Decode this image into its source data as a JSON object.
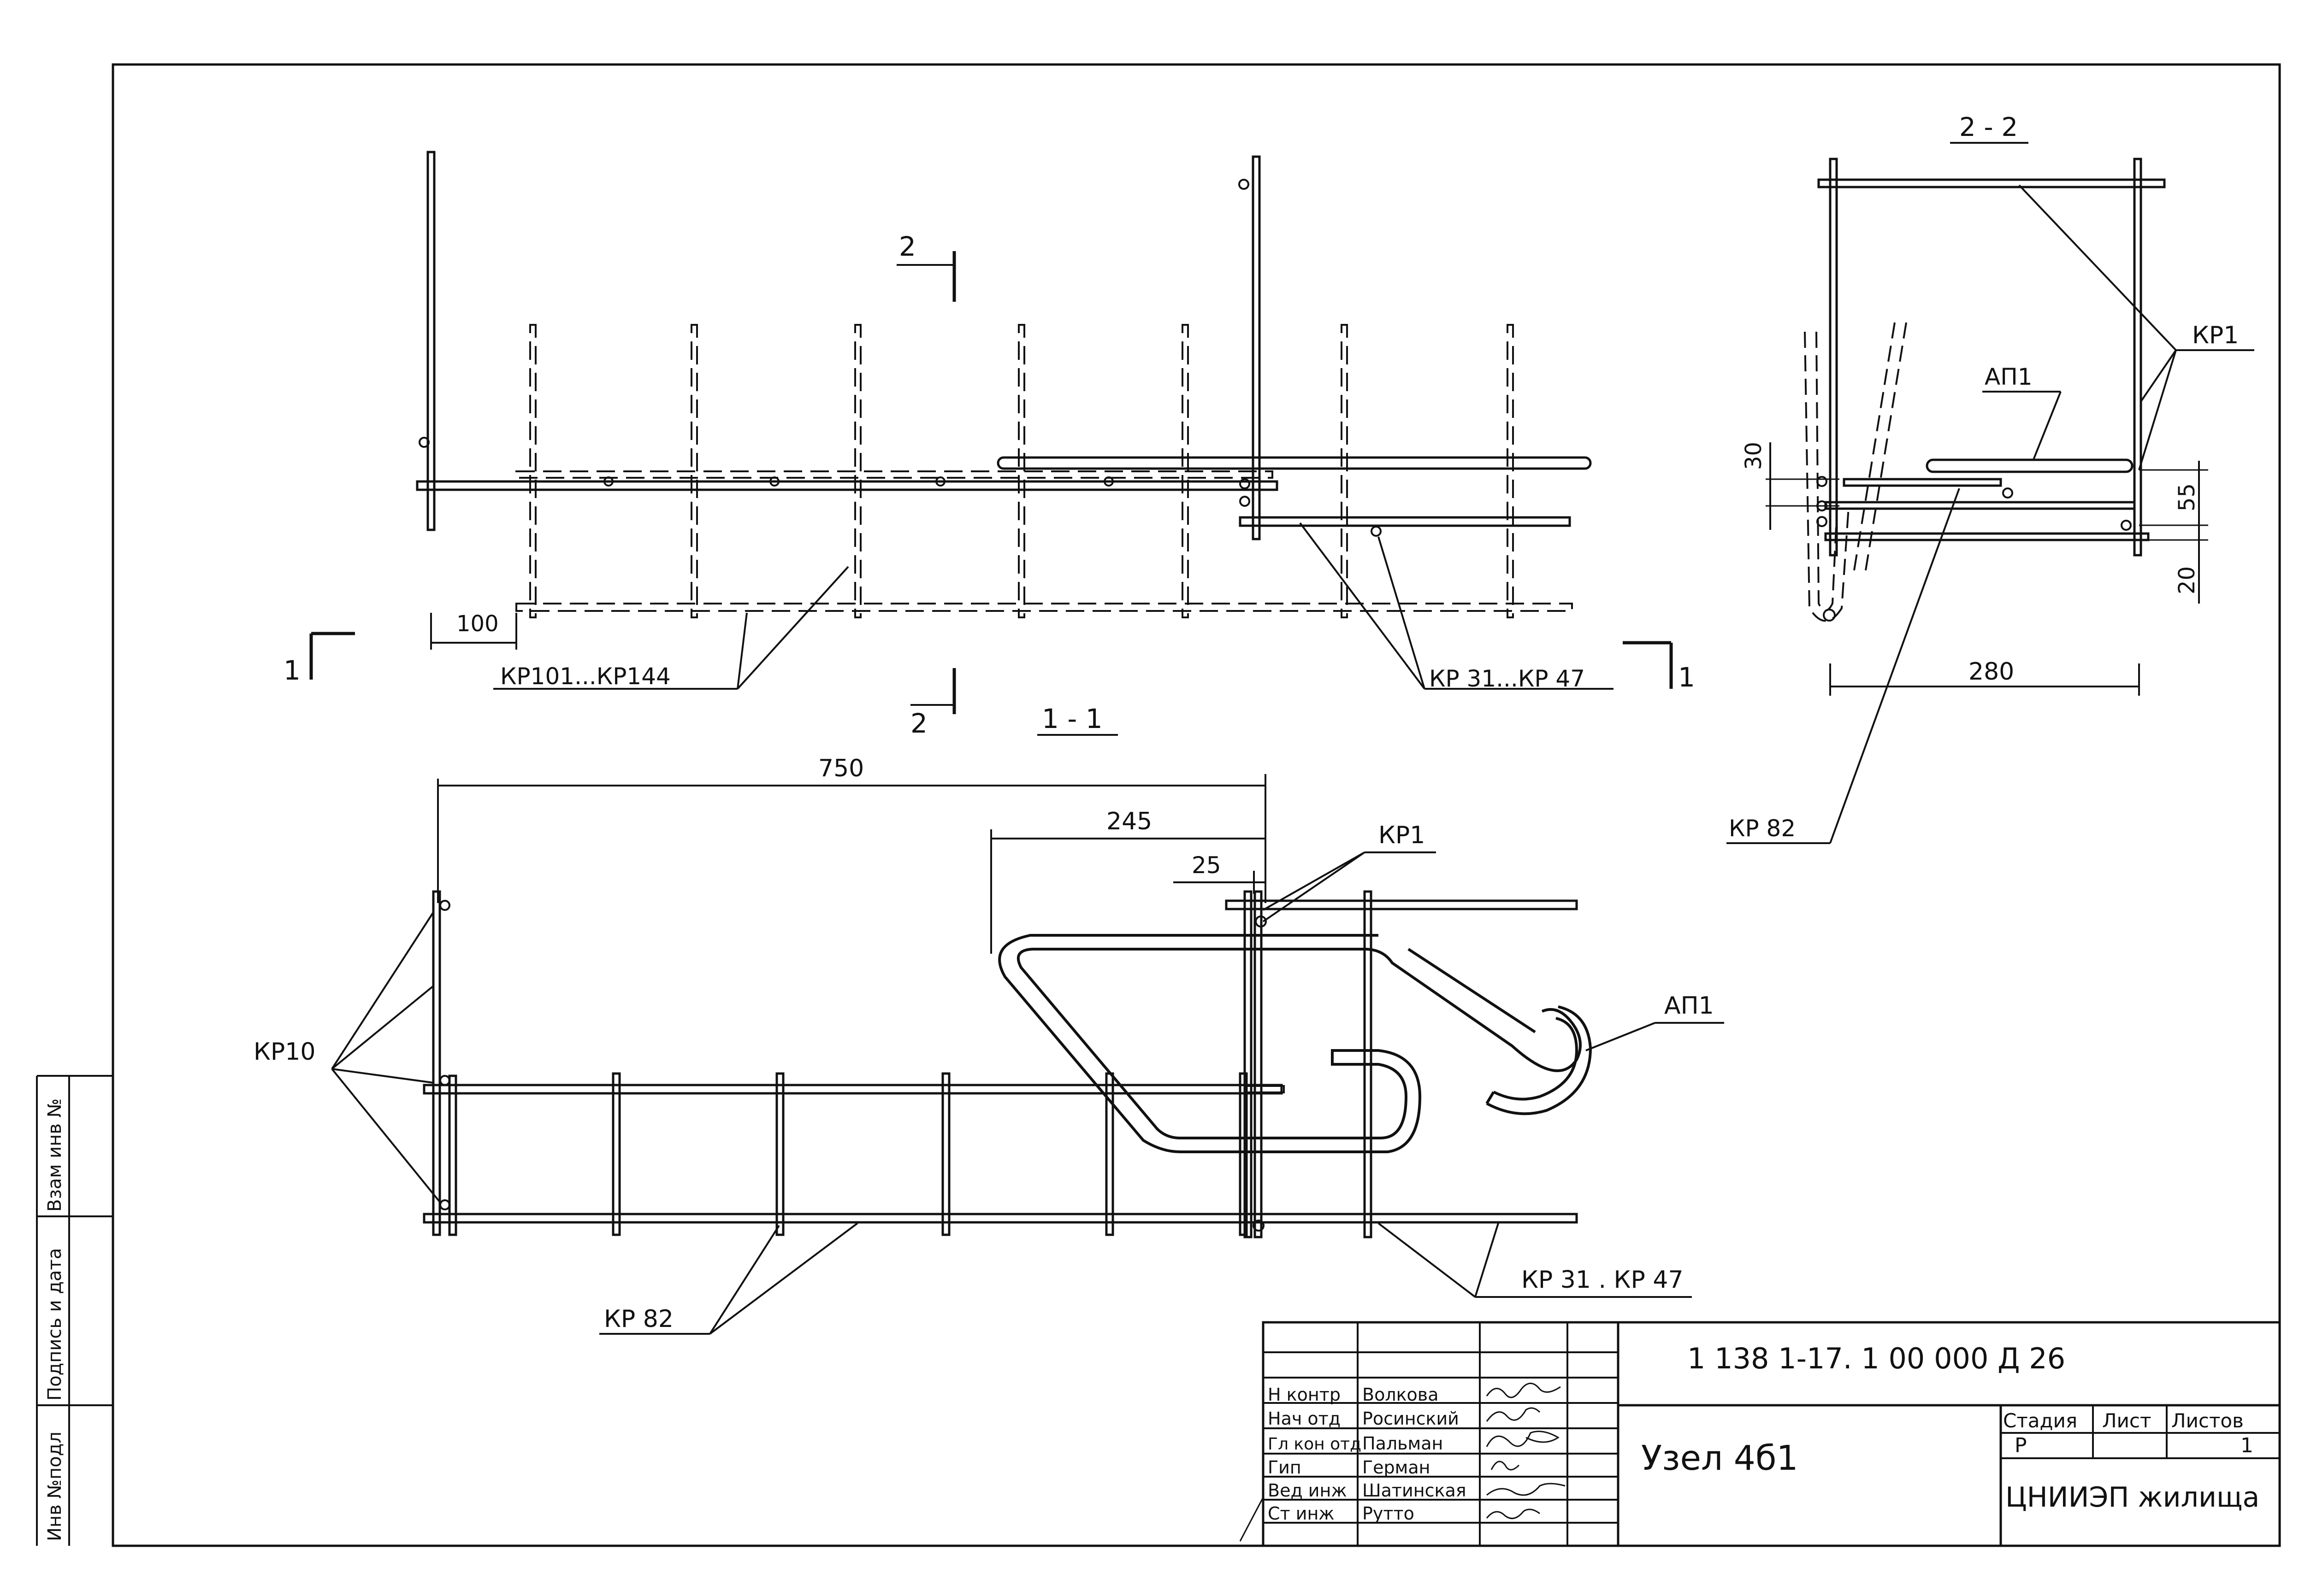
{
  "section_1_1": {
    "cut_label": "1",
    "cut_label_right": "1",
    "section_label_2_top": "2",
    "section_label_2_bottom": "2",
    "title": "1 - 1",
    "dim_100": "100",
    "label_kp101": "КР101...КР144",
    "label_kp31": "КР 31...КР 47"
  },
  "section_2_2": {
    "title": "2 - 2",
    "label_kp1": "КР1",
    "label_ap1": "АП1",
    "dim_30": "30",
    "dim_55": "55",
    "dim_20": "20",
    "dim_280": "280",
    "label_kp82": "КР 82"
  },
  "plan": {
    "dim_750": "750",
    "dim_245": "245",
    "dim_25": "25",
    "label_kp1": "КР1",
    "label_ap1": "АП1",
    "label_kp10": "КР10",
    "label_kp82": "КР 82",
    "label_kp31": "КР 31 . КР 47"
  },
  "side_stamp": {
    "col1": "Инв №подл",
    "col2": "Подпись и дата",
    "col3": "Взам инв №"
  },
  "title_block": {
    "code": "1 138 1-17. 1 00 000 Д 26",
    "title": "Узел 4б1",
    "org": "ЦНИИЭП жилища",
    "stage_label": "Стадия",
    "sheet_label": "Лист",
    "sheets_label": "Листов",
    "stage": "Р",
    "sheets": "1",
    "roles": [
      "Н контр",
      "Нач отд",
      "Гл кон отд",
      "Гип",
      "Вед инж",
      "Ст инж"
    ],
    "names": [
      "Волкова",
      "Росинский",
      "Пальман",
      "Герман",
      "Шатинская",
      "Рутто"
    ]
  }
}
